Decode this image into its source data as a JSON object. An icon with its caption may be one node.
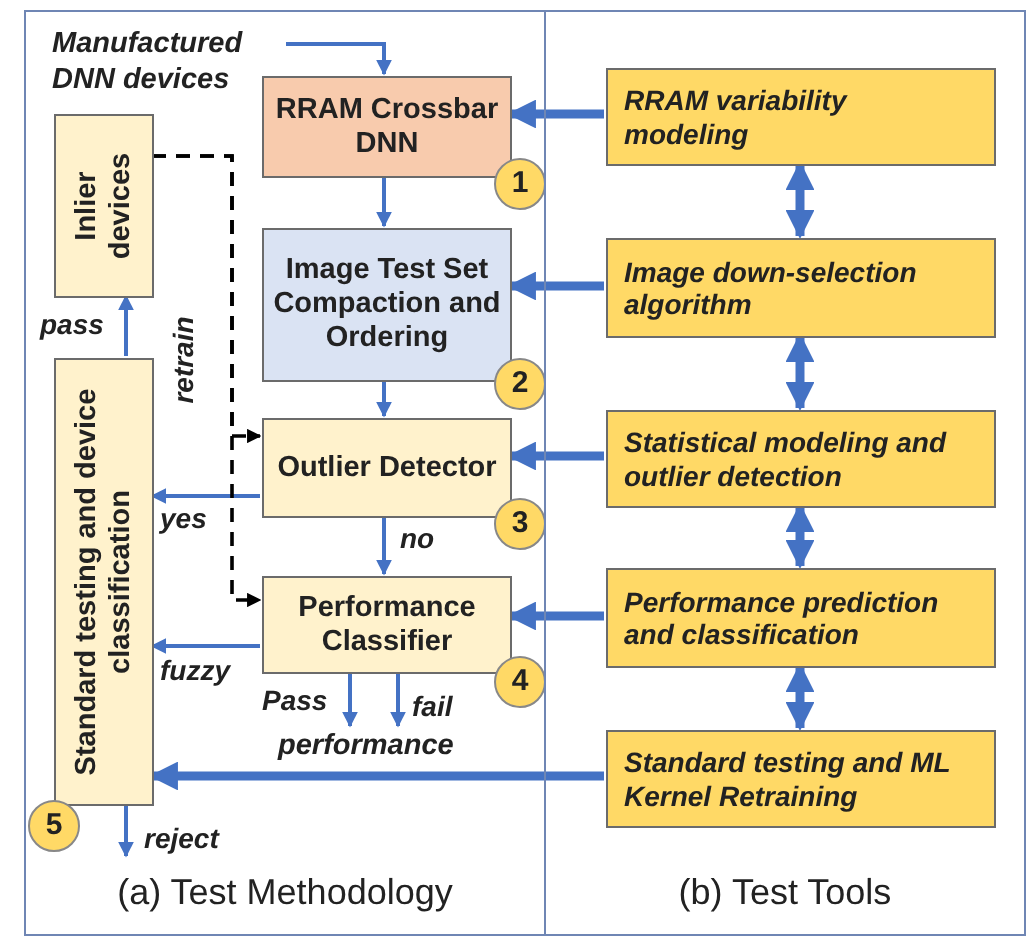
{
  "diagram": {
    "nodes": [
      {
        "text": [
          "(a) Test Methodology"
        ]
      },
      {
        "text": [
          "(b) Test Tools"
        ]
      },
      {
        "text": [
          "Manufactured DNN devices"
        ],
        "in": 0
      },
      {
        "text": [
          "RRAM Crossbar DNN"
        ],
        "in": 0,
        "beside": [
          "1"
        ]
      },
      {
        "text": [
          "Image Test Set Compaction and Ordering"
        ],
        "in": 0,
        "beside": [
          "2"
        ]
      },
      {
        "text": [
          "Outlier Detector"
        ],
        "in": 0,
        "beside": [
          "3"
        ]
      },
      {
        "text": [
          "Performance Classifier"
        ],
        "in": 0,
        "beside": [
          "4"
        ]
      },
      {
        "text": [
          "Inlier devices"
        ],
        "in": 0
      },
      {
        "text": [
          "Standard testing and device classification"
        ],
        "in": 0,
        "beside": [
          "5"
        ]
      },
      {
        "text": [
          "RRAM variability modeling"
        ],
        "in": 1
      },
      {
        "text": [
          "Image down-selection algorithm"
        ],
        "in": 1
      },
      {
        "text": [
          "Statistical modeling and outlier detection"
        ],
        "in": 1
      },
      {
        "text": [
          "Performance prediction and  classification"
        ],
        "in": 1
      },
      {
        "text": [
          "Standard testing and ML Kernel Retraining"
        ],
        "in": 1
      },
      {
        "text": [
          "performance"
        ],
        "in": 0
      }
    ],
    "edges": [
      {
        "from": 2,
        "to": 3,
        "arrow": "to"
      },
      {
        "from": 3,
        "to": 4,
        "arrow": "to"
      },
      {
        "from": 4,
        "to": 5,
        "arrow": "to"
      },
      {
        "from": 5,
        "to": 6,
        "arrow": "to",
        "label": "no"
      },
      {
        "from": 5,
        "to": 8,
        "arrow": "to",
        "label": "yes"
      },
      {
        "from": 6,
        "to": 8,
        "arrow": "to",
        "label": "fuzzy"
      },
      {
        "from": 8,
        "to": 7,
        "arrow": "to",
        "label": "pass"
      },
      {
        "from": 7,
        "to": 5,
        "arrow": "to",
        "style": "dashed",
        "color": "#000000",
        "label": "retrain"
      },
      {
        "from": 7,
        "to": 6,
        "arrow": "to",
        "style": "dashed",
        "color": "#000000"
      },
      {
        "from": 6,
        "to": 14,
        "arrow": "to",
        "label": "Pass"
      },
      {
        "from": 6,
        "to": 14,
        "arrow": "to",
        "label": "fail"
      },
      {
        "from": 8,
        "to": null,
        "arrow": "to",
        "label": "reject"
      },
      {
        "from": 9,
        "to": 3,
        "arrow": "to",
        "style": "thick"
      },
      {
        "from": 10,
        "to": 4,
        "arrow": "to",
        "style": "thick"
      },
      {
        "from": 11,
        "to": 5,
        "arrow": "to",
        "style": "thick"
      },
      {
        "from": 12,
        "to": 6,
        "arrow": "to",
        "style": "thick"
      },
      {
        "from": 13,
        "to": 8,
        "arrow": "to",
        "style": "thick"
      },
      {
        "from": 9,
        "to": 10,
        "arrow": "both",
        "style": "thick"
      },
      {
        "from": 10,
        "to": 11,
        "arrow": "both",
        "style": "thick"
      },
      {
        "from": 11,
        "to": 12,
        "arrow": "both",
        "style": "thick"
      },
      {
        "from": 12,
        "to": 13,
        "arrow": "both",
        "style": "thick"
      }
    ]
  }
}
